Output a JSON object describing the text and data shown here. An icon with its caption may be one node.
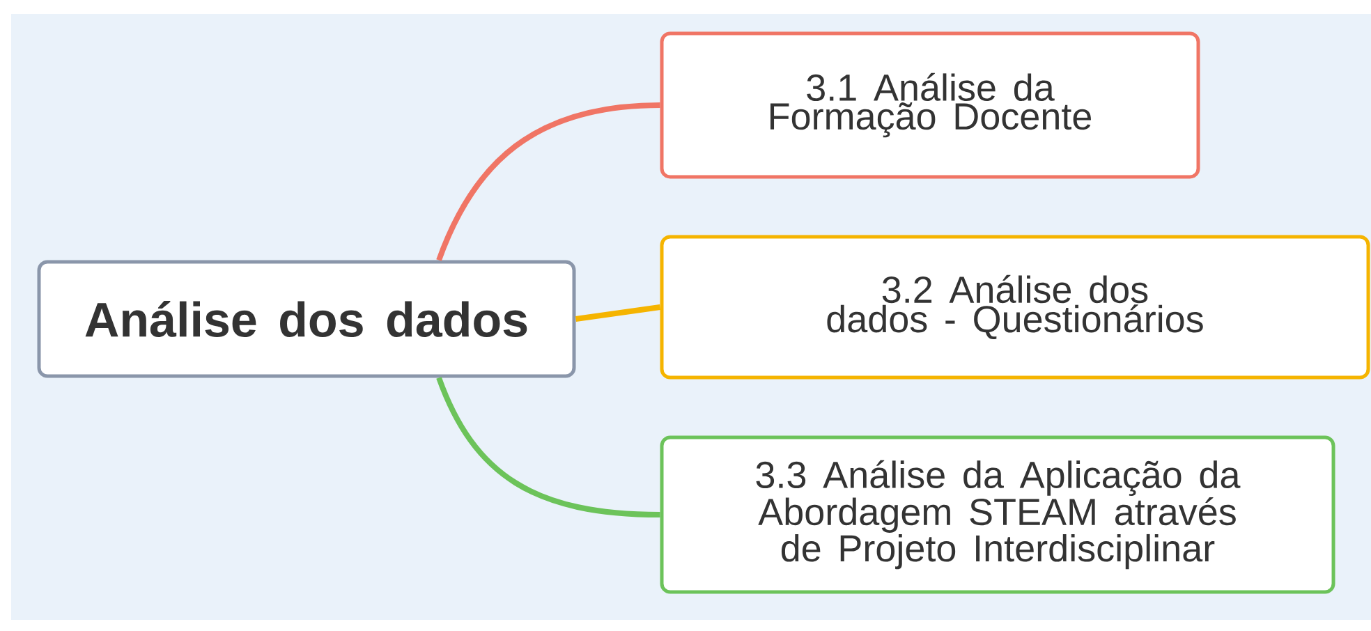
{
  "diagram": {
    "nodes": [
      {
        "text": [
          "Análise dos dados"
        ]
      },
      {
        "text": [
          "3.1 Análise da Formação Docente"
        ]
      },
      {
        "text": [
          "3.2 Análise dos dados - Questionários"
        ]
      },
      {
        "text": [
          "3.3 Análise da Aplicação da Abordagem STEAM através de Projeto Interdisciplinar"
        ]
      }
    ],
    "edges": [
      {
        "from": 0,
        "to": 1,
        "arrow": "none",
        "color": "#f07565"
      },
      {
        "from": 0,
        "to": 2,
        "arrow": "none",
        "color": "#f5b400"
      },
      {
        "from": 0,
        "to": 3,
        "arrow": "none",
        "color": "#6cc35a"
      }
    ]
  }
}
